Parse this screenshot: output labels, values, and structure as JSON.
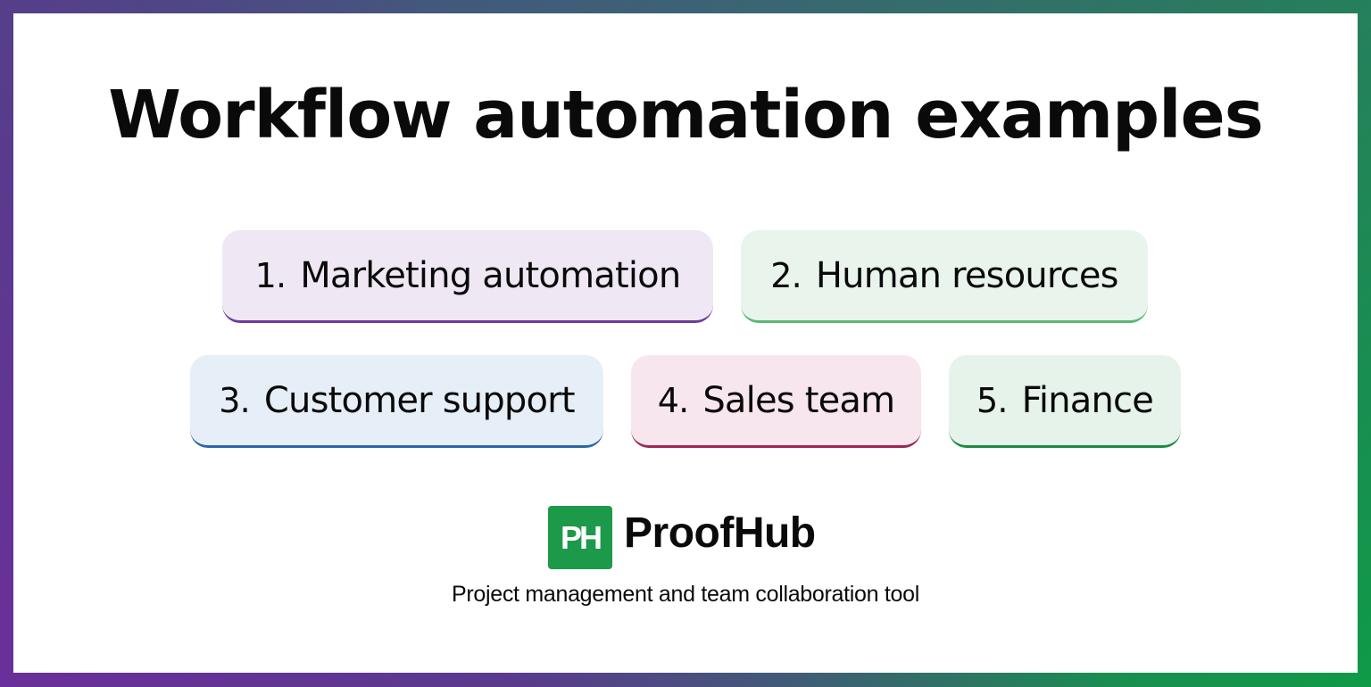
{
  "title": "Workflow automation examples",
  "items": [
    {
      "number": "1.",
      "label": "Marketing automation",
      "bg": "#efe8f4",
      "accent": "#6d3a9c"
    },
    {
      "number": "2.",
      "label": "Human resources",
      "bg": "#e9f5ec",
      "accent": "#5cb870"
    },
    {
      "number": "3.",
      "label": "Customer support",
      "bg": "#e6eef8",
      "accent": "#2a66a8"
    },
    {
      "number": "4.",
      "label": "Sales team",
      "bg": "#f8e6ee",
      "accent": "#a02558"
    },
    {
      "number": "5.",
      "label": "Finance",
      "bg": "#e6f3ea",
      "accent": "#1c8a46"
    }
  ],
  "brand": {
    "logo_text": "PH",
    "name": "ProofHub",
    "tagline": "Project management and team collaboration tool",
    "logo_color": "#1c9a4a"
  },
  "frame": {
    "gradient_colors": [
      "#6a2f9a",
      "#4a4a82",
      "#2a7a60",
      "#0f9a48"
    ]
  }
}
